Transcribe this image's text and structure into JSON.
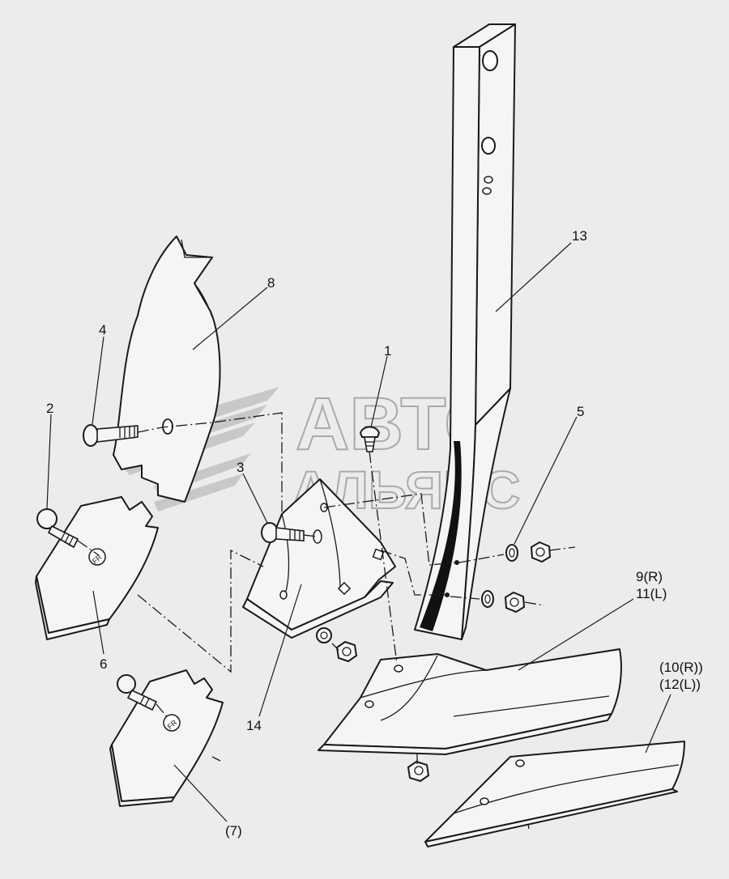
{
  "watermark": {
    "line1": "АВТО",
    "line2": "АЛЬЯНС"
  },
  "callouts": {
    "c1": "1",
    "c2": "2",
    "c3": "3",
    "c4": "4",
    "c5": "5",
    "c6": "6",
    "c7": "(7)",
    "c8": "8",
    "c9": "9(R)",
    "c11": "11(L)",
    "c10": "(10(R))",
    "c12": "(12(L))",
    "c13": "13",
    "c14": "14"
  },
  "colors": {
    "background": "#ececec",
    "line": "#1a1a1a",
    "part_fill": "#f5f5f5",
    "watermark": "#9a9a9a"
  }
}
